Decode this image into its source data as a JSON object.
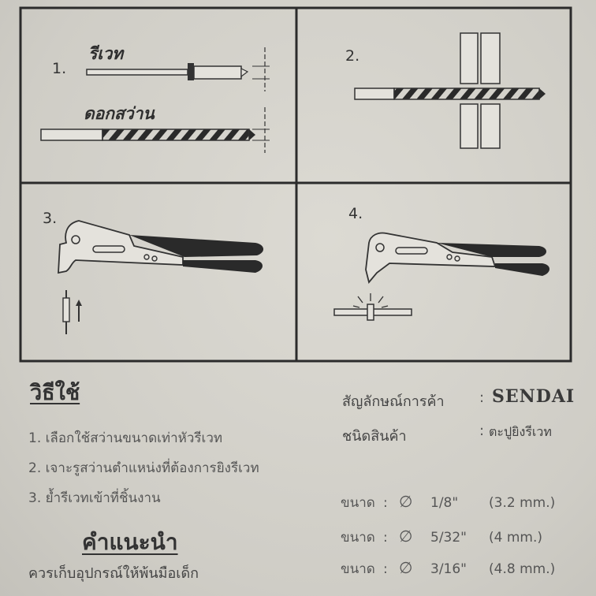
{
  "panels": {
    "p1": {
      "num": "1.",
      "rivet_label": "รีเวท",
      "drill_label": "ดอกสว่าน"
    },
    "p2": {
      "num": "2."
    },
    "p3": {
      "num": "3."
    },
    "p4": {
      "num": "4."
    }
  },
  "usage": {
    "title": "วิธีใช้",
    "steps": [
      "1. เลือกใช้สว่านขนาดเท่าหัวรีเวท",
      "2. เจาะรูสว่านตำแหน่งที่ต้องการยิงรีเวท",
      "3. ย้ำรีเวทเข้าที่ชิ้นงาน"
    ]
  },
  "advice": {
    "title": "คำแนะนำ",
    "text": "ควรเก็บอุปกรณ์ให้พ้นมือเด็ก"
  },
  "specs": {
    "brand_label": "สัญลักษณ์การค้า",
    "brand_value": "SENDAI",
    "type_label": "ชนิดสินค้า",
    "type_value": "ตะปูยิงรีเวท",
    "colon": ":",
    "sizes": [
      {
        "label": "ขนาด",
        "symbol": "∅",
        "fraction": "1/8\"",
        "metric": "(3.2 mm.)"
      },
      {
        "label": "ขนาด",
        "symbol": "∅",
        "fraction": "5/32\"",
        "metric": "(4 mm.)"
      },
      {
        "label": "ขนาด",
        "symbol": "∅",
        "fraction": "3/16\"",
        "metric": "(4.8 mm.)"
      }
    ]
  }
}
